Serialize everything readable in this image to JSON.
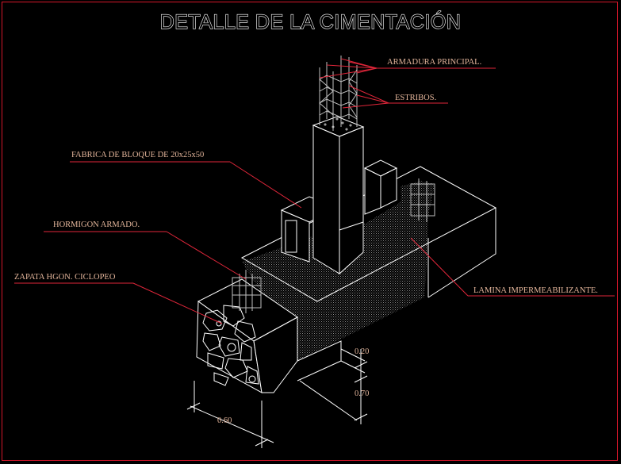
{
  "title": "DETALLE DE LA CIMENTACIÓN",
  "labels": {
    "armadura": "ARMADURA PRINCIPAL.",
    "estribos": "ESTRIBOS.",
    "fabrica": "FABRICA DE BLOQUE DE 20x25x50",
    "hormigon": "HORMIGON ARMADO.",
    "zapata": "ZAPATA HGON. CICLOPEO",
    "lamina": "LAMINA IMPERMEABILIZANTE."
  },
  "dimensions": {
    "d1": "0.20",
    "d2": "0.70",
    "d3": "0.60"
  },
  "colors": {
    "background": "#000000",
    "frame": "#d4162a",
    "leader": "#e0263a",
    "text": "#e2b49a",
    "lines": "#ffffff"
  }
}
